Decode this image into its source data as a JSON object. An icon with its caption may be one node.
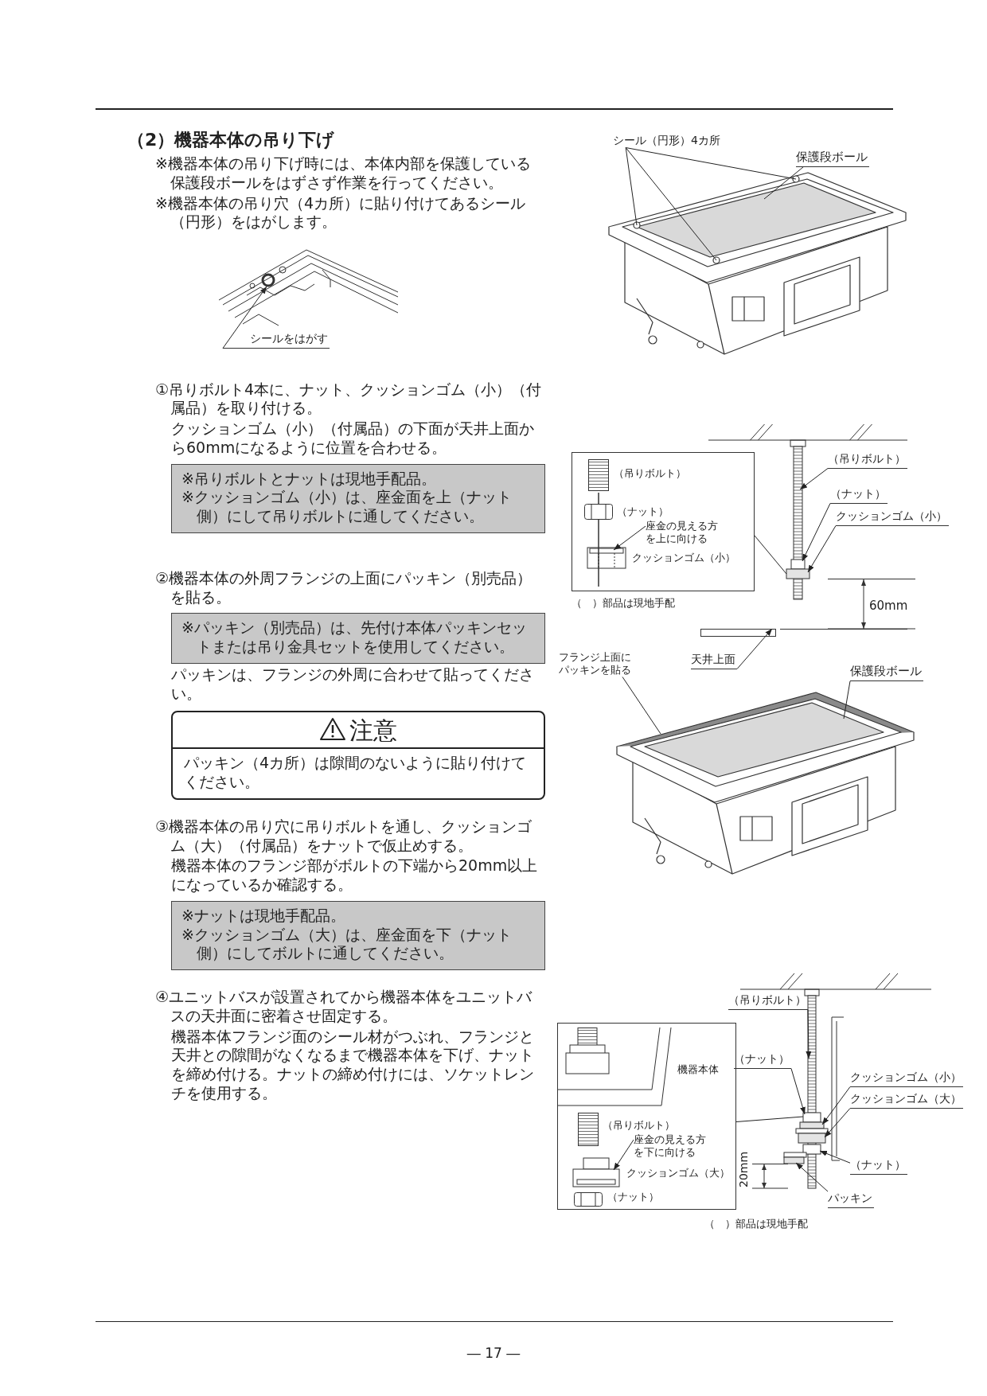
{
  "diagram": {
    "title": "（2）機器本体の吊り下げ",
    "nodes": [
      {
        "text": [
          "シール（円形）4カ所"
        ]
      },
      {
        "text": [
          "保護段ボール"
        ]
      },
      {
        "text": [],
        "shape": "picture"
      },
      {
        "text": [],
        "shape": "picture"
      },
      {
        "text": [
          "シールをはがす"
        ]
      },
      {
        "text": [
          "※吊りボルトとナットは現地手配品。",
          "※クッションゴム（小）は、座金面を上（ナット側）にして吊りボルトに通してください。"
        ]
      },
      {
        "text": [],
        "shape": "box"
      },
      {
        "text": [
          "座金の見える方を上に向ける"
        ],
        "in": 6
      },
      {
        "text": [],
        "shape": "picture",
        "in": 6,
        "beside": [
          "クッションゴム（小）"
        ]
      },
      {
        "text": [],
        "shape": "picture"
      },
      {
        "text": [
          "（吊りボルト）"
        ]
      },
      {
        "text": [
          "（ナット）"
        ]
      },
      {
        "text": [
          "クッションゴム（小）"
        ]
      },
      {
        "text": [
          "天井上面"
        ]
      },
      {
        "text": [],
        "shape": "bar"
      },
      {
        "text": [
          "※パッキン（別売品）は、先付け本体パッキンセットまたは吊り金具セットを使用してください。"
        ]
      },
      {
        "text": [
          "フランジ上面にパッキンを貼る"
        ]
      },
      {
        "text": [
          "保護段ボール"
        ]
      },
      {
        "text": [],
        "shape": "picture"
      },
      {
        "text": [
          "注意",
          "パッキン（4カ所）は隙間のないように貼り付けてください。"
        ]
      },
      {
        "text": [
          "※ナットは現地手配品。",
          "※クッションゴム（大）は、座金面を下（ナット側）にしてボルトに通してください。"
        ]
      },
      {
        "text": [],
        "shape": "box"
      },
      {
        "text": [
          "座金の見える方を下に向ける"
        ],
        "in": 21
      },
      {
        "text": [],
        "shape": "picture",
        "in": 21,
        "beside": [
          "クッションゴム（大）"
        ]
      },
      {
        "text": [],
        "shape": "picture"
      },
      {
        "text": [
          "（吊りボルト）"
        ]
      },
      {
        "text": [
          "（ナット）"
        ]
      },
      {
        "text": [
          "クッションゴム（小）"
        ]
      },
      {
        "text": [
          "クッションゴム（大）"
        ]
      },
      {
        "text": [
          "（ナット）"
        ]
      },
      {
        "text": [
          "パッキン"
        ]
      }
    ],
    "edges": [
      {
        "from": 0,
        "to": 2,
        "arrow": "none"
      },
      {
        "from": 0,
        "to": 2,
        "arrow": "none"
      },
      {
        "from": 0,
        "to": 2,
        "arrow": "none"
      },
      {
        "from": 1,
        "to": 2,
        "arrow": "none"
      },
      {
        "from": 4,
        "to": 3,
        "arrow": "to"
      },
      {
        "from": 7,
        "to": 8,
        "arrow": "to"
      },
      {
        "from": 6,
        "to": 9,
        "arrow": "none"
      },
      {
        "from": 10,
        "to": 9,
        "arrow": "to"
      },
      {
        "from": 11,
        "to": 9,
        "arrow": "to"
      },
      {
        "from": 12,
        "to": 9,
        "arrow": "to"
      },
      {
        "from": 13,
        "to": 14,
        "arrow": "to"
      },
      {
        "from": 16,
        "to": 18,
        "arrow": "none"
      },
      {
        "from": 17,
        "to": 18,
        "arrow": "none"
      },
      {
        "from": 22,
        "to": 23,
        "arrow": "to"
      },
      {
        "from": 21,
        "to": 24,
        "arrow": "none"
      },
      {
        "from": 25,
        "to": 24,
        "arrow": "to"
      },
      {
        "from": 26,
        "to": 24,
        "arrow": "to"
      },
      {
        "from": 27,
        "to": 24,
        "arrow": "to"
      },
      {
        "from": 28,
        "to": 24,
        "arrow": "to"
      },
      {
        "from": 29,
        "to": 24,
        "arrow": "to"
      },
      {
        "from": 30,
        "to": 24,
        "arrow": "to"
      }
    ],
    "labels": [
      "※機器本体の吊り下げ時には、本体内部を保護している保護段ボールをはずさず作業を行ってください。",
      "※機器本体の吊り穴（4カ所）に貼り付けてあるシール（円形）をはがします。",
      "①吊りボルト4本に、ナット、クッションゴム（小）（付属品）を取り付ける。",
      "クッションゴム（小）（付属品）の下面が天井上面から60mmになるように位置を合わせる。",
      "（吊りボルト）",
      "（ナット）",
      "60mm",
      "（　）部品は現地手配",
      "②機器本体の外周フランジの上面にパッキン（別売品）を貼る。",
      "パッキンは、フランジの外周に合わせて貼ってください。",
      "③機器本体の吊り穴に吊りボルトを通し、クッションゴム（大）（付属品）をナットで仮止めする。",
      "機器本体のフランジ部がボルトの下端から20mm以上になっているか確認する。",
      "機器本体",
      "（吊りボルト）",
      "（ナット）",
      "20mm",
      "（　）部品は現地手配",
      "④ユニットバスが設置されてから機器本体をユニットバスの天井面に密着させ固定する。",
      "機器本体フランジ面のシール材がつぶれ、フランジと天井との隙間がなくなるまで機器本体を下げ、ナットを締め付ける。ナットの締め付けには、ソケットレンチを使用する。",
      "― 17 ―"
    ]
  }
}
